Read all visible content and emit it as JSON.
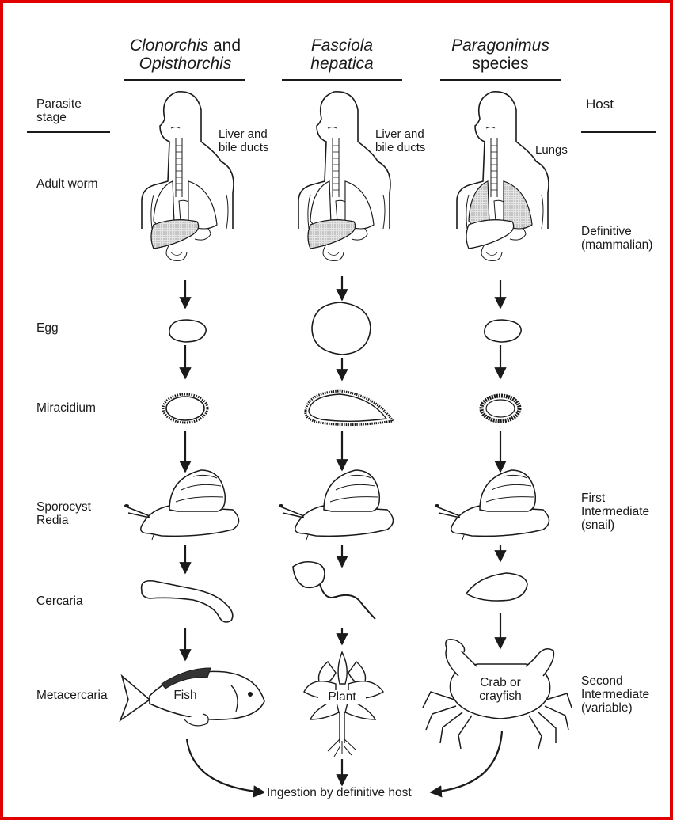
{
  "columns": [
    {
      "title_line1_italic": "Clonorchis",
      "title_line1_rest": " and",
      "title_line2": "Opisthorchis",
      "title_line2_italic": true,
      "organ": "Liver and\nbile ducts",
      "second_host": "Fish"
    },
    {
      "title_line1_italic": "Fasciola",
      "title_line1_rest": "",
      "title_line2": "hepatica",
      "title_line2_italic": true,
      "organ": "Liver and\nbile ducts",
      "second_host": "Plant"
    },
    {
      "title_line1_italic": "Paragonimus",
      "title_line1_rest": "",
      "title_line2": "species",
      "title_line2_italic": false,
      "organ": "Lungs",
      "second_host": "Crab or\ncrayfish"
    }
  ],
  "left_header": "Parasite\nstage",
  "right_header": "Host",
  "stages": [
    "Adult worm",
    "Egg",
    "Miracidium",
    "Sporocyst\nRedia",
    "Cercaria",
    "Metacercaria"
  ],
  "hosts": [
    "Definitive\n(mammalian)",
    "First\nIntermediate\n(snail)",
    "Second\nIntermediate\n(variable)"
  ],
  "footer": "Ingestion by definitive host",
  "colors": {
    "border": "#e00000",
    "ink": "#1a1a1a",
    "stipple": "#bdbdbd"
  }
}
